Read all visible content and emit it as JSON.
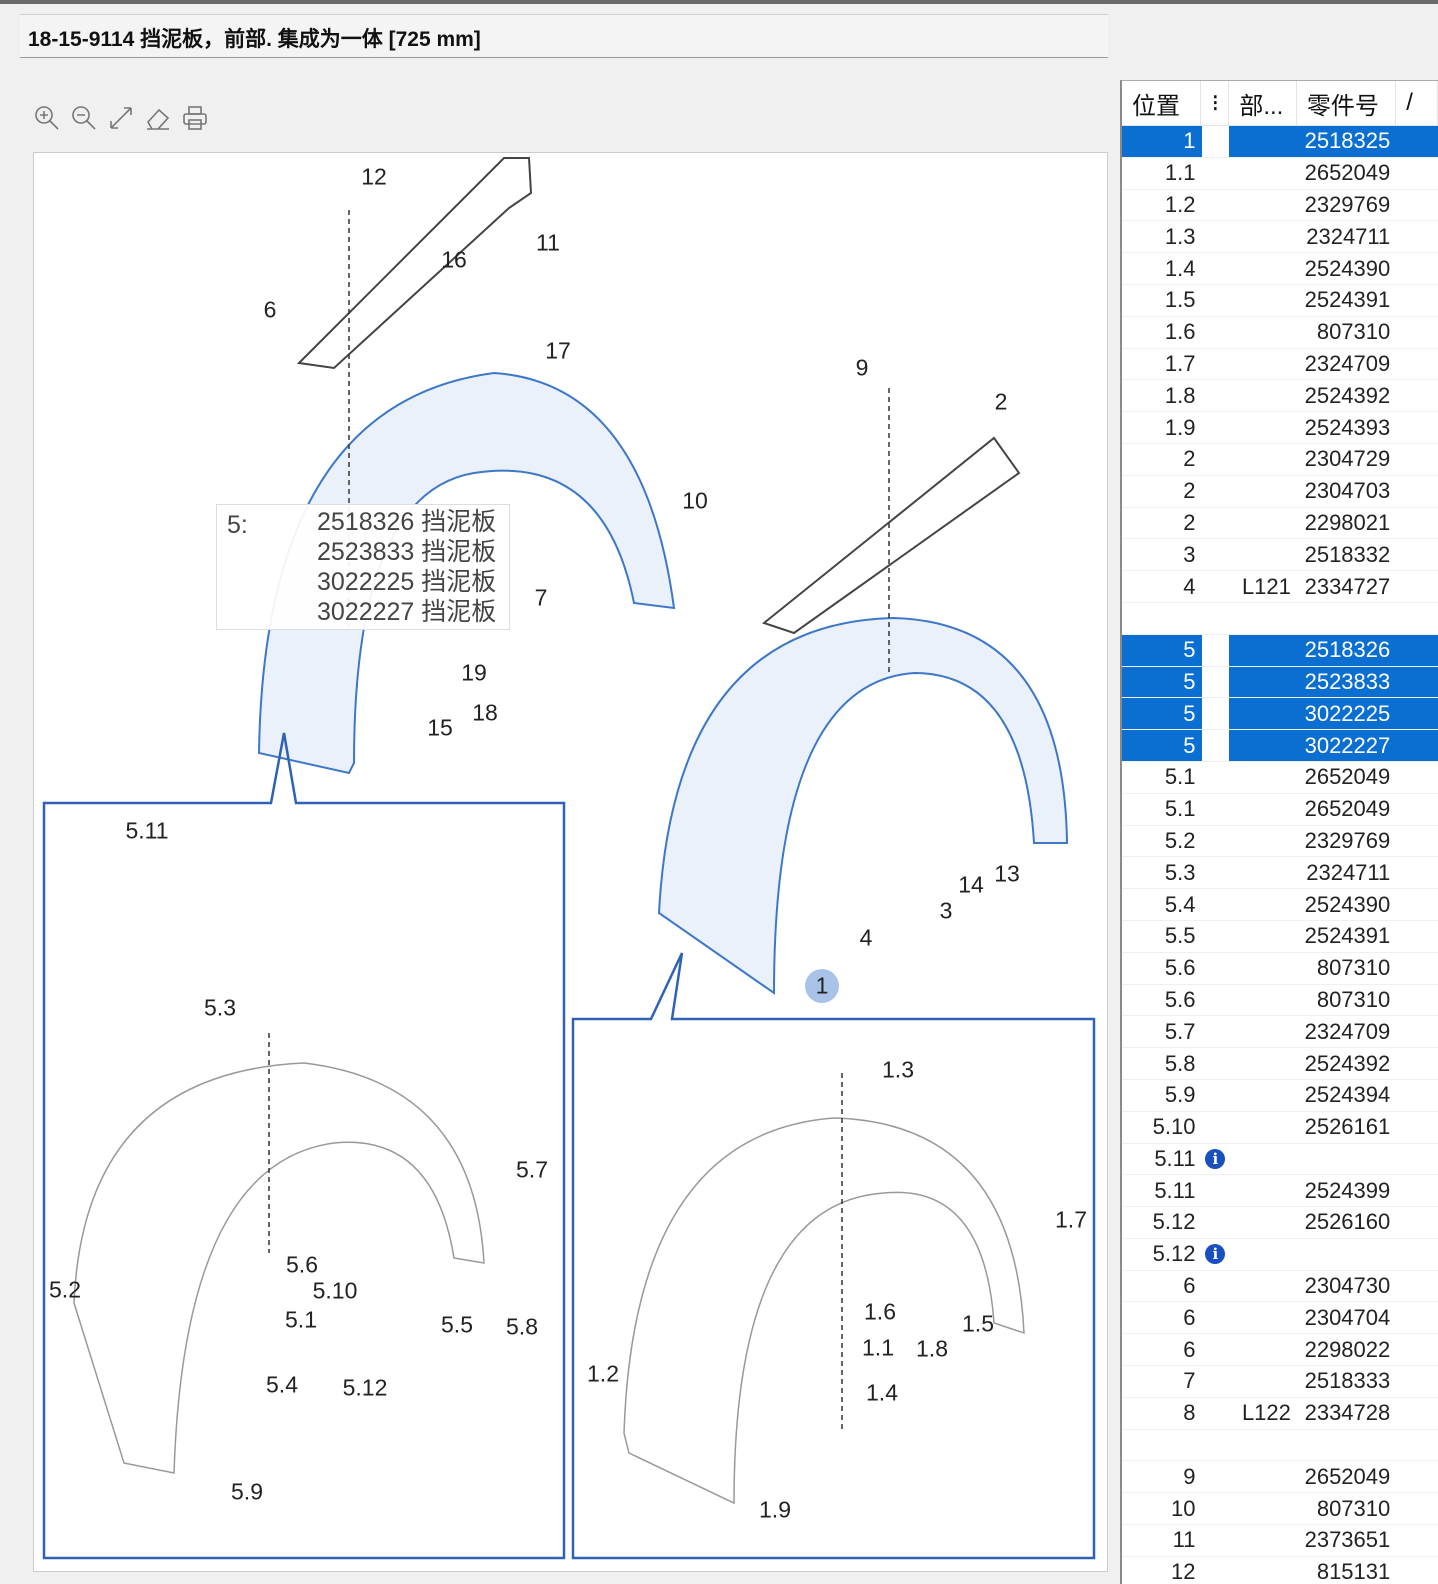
{
  "title": "18-15-9114 挡泥板，前部. 集成为一体 [725 mm]",
  "toolbar": [
    "zoom-in",
    "zoom-out",
    "fit",
    "erase",
    "print"
  ],
  "tooltip": {
    "key": "5:",
    "lines": [
      "2518326 挡泥板",
      "2523833 挡泥板",
      "3022225 挡泥板",
      "3022227 挡泥板"
    ]
  },
  "callouts": [
    "12",
    "11",
    "16",
    "6",
    "17",
    "9",
    "2",
    "10",
    "7",
    "19",
    "18",
    "15",
    "14",
    "13",
    "3",
    "4",
    "1",
    "5.11",
    "5.3",
    "5.7",
    "5.6",
    "5.10",
    "5.2",
    "5.1",
    "5.5",
    "5.8",
    "5.4",
    "5.12",
    "5.9",
    "1.3",
    "1.7",
    "1.6",
    "1.5",
    "1.1",
    "1.8",
    "1.4",
    "1.2",
    "1.9"
  ],
  "table": {
    "headers": [
      "位置",
      "⁝",
      "部...",
      "零件号",
      "/"
    ],
    "rows": [
      {
        "pos": "1",
        "part": "",
        "num": "2518325",
        "sel": true
      },
      {
        "pos": "1.1",
        "part": "",
        "num": "2652049"
      },
      {
        "pos": "1.2",
        "part": "",
        "num": "2329769"
      },
      {
        "pos": "1.3",
        "part": "",
        "num": "2324711"
      },
      {
        "pos": "1.4",
        "part": "",
        "num": "2524390"
      },
      {
        "pos": "1.5",
        "part": "",
        "num": "2524391"
      },
      {
        "pos": "1.6",
        "part": "",
        "num": "807310"
      },
      {
        "pos": "1.7",
        "part": "",
        "num": "2324709"
      },
      {
        "pos": "1.8",
        "part": "",
        "num": "2524392"
      },
      {
        "pos": "1.9",
        "part": "",
        "num": "2524393"
      },
      {
        "pos": "2",
        "part": "",
        "num": "2304729"
      },
      {
        "pos": "2",
        "part": "",
        "num": "2304703"
      },
      {
        "pos": "2",
        "part": "",
        "num": "2298021"
      },
      {
        "pos": "3",
        "part": "",
        "num": "2518332"
      },
      {
        "pos": "4",
        "part": "L121",
        "num": "2334727"
      },
      {
        "pos": "",
        "part": "",
        "num": ""
      },
      {
        "pos": "5",
        "part": "",
        "num": "2518326",
        "sel": true
      },
      {
        "pos": "5",
        "part": "",
        "num": "2523833",
        "sel": true
      },
      {
        "pos": "5",
        "part": "",
        "num": "3022225",
        "sel": true
      },
      {
        "pos": "5",
        "part": "",
        "num": "3022227",
        "sel": true
      },
      {
        "pos": "5.1",
        "part": "",
        "num": "2652049"
      },
      {
        "pos": "5.1",
        "part": "",
        "num": "2652049"
      },
      {
        "pos": "5.2",
        "part": "",
        "num": "2329769"
      },
      {
        "pos": "5.3",
        "part": "",
        "num": "2324711"
      },
      {
        "pos": "5.4",
        "part": "",
        "num": "2524390"
      },
      {
        "pos": "5.5",
        "part": "",
        "num": "2524391"
      },
      {
        "pos": "5.6",
        "part": "",
        "num": "807310"
      },
      {
        "pos": "5.6",
        "part": "",
        "num": "807310"
      },
      {
        "pos": "5.7",
        "part": "",
        "num": "2324709"
      },
      {
        "pos": "5.8",
        "part": "",
        "num": "2524392"
      },
      {
        "pos": "5.9",
        "part": "",
        "num": "2524394"
      },
      {
        "pos": "5.10",
        "part": "",
        "num": "2526161"
      },
      {
        "pos": "5.11",
        "part": "",
        "num": "",
        "info": "i"
      },
      {
        "pos": "5.11",
        "part": "",
        "num": "2524399"
      },
      {
        "pos": "5.12",
        "part": "",
        "num": "2526160"
      },
      {
        "pos": "5.12",
        "part": "",
        "num": "",
        "info": "i"
      },
      {
        "pos": "6",
        "part": "",
        "num": "2304730"
      },
      {
        "pos": "6",
        "part": "",
        "num": "2304704"
      },
      {
        "pos": "6",
        "part": "",
        "num": "2298022"
      },
      {
        "pos": "7",
        "part": "",
        "num": "2518333"
      },
      {
        "pos": "8",
        "part": "L122",
        "num": "2334728"
      },
      {
        "pos": "",
        "part": "",
        "num": ""
      },
      {
        "pos": "9",
        "part": "",
        "num": "2652049"
      },
      {
        "pos": "10",
        "part": "",
        "num": "807310"
      },
      {
        "pos": "11",
        "part": "",
        "num": "2373651"
      },
      {
        "pos": "12",
        "part": "",
        "num": "815131"
      }
    ]
  }
}
